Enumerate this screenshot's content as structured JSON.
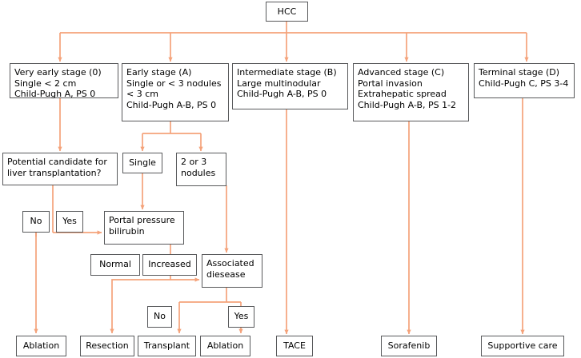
{
  "diagram": {
    "title": "HCC (BCLC) staging and treatment strategy flowchart",
    "line_color": "#F4A27A",
    "box_border_color": "#58595b",
    "text_color": "#000000",
    "background": "#ffffff"
  },
  "nodes": {
    "root": {
      "label": "HCC"
    },
    "stage0": {
      "label": "Very early stage (0)\nSingle < 2 cm\nChild-Pugh A, PS 0"
    },
    "stageA": {
      "label": "Early stage (A)\nSingle or < 3 nodules\n< 3 cm\nChild-Pugh A-B, PS 0"
    },
    "stageB": {
      "label": "Intermediate stage (B)\nLarge multinodular\nChild-Pugh A-B, PS 0"
    },
    "stageC": {
      "label": "Advanced stage (C)\nPortal invasion\nExtrahepatic spread\nChild-Pugh A-B, PS 1-2"
    },
    "stageD": {
      "label": "Terminal stage (D)\nChild-Pugh C, PS 3-4"
    },
    "transplant_question": {
      "label": "Potential candidate for\nliver transplantation?"
    },
    "single": {
      "label": "Single"
    },
    "two_or_three": {
      "label": "2 or 3\nnodules"
    },
    "no_left": {
      "label": "No"
    },
    "yes_left": {
      "label": "Yes"
    },
    "portal_pressure": {
      "label": "Portal pressure\nbilirubin"
    },
    "normal": {
      "label": "Normal"
    },
    "increased": {
      "label": "Increased"
    },
    "associated_disease": {
      "label": "Associated\ndiesease"
    },
    "no_bottom": {
      "label": "No"
    },
    "yes_bottom": {
      "label": "Yes"
    },
    "ablation_left": {
      "label": "Ablation"
    },
    "resection": {
      "label": "Resection"
    },
    "transplant": {
      "label": "Transplant"
    },
    "ablation_right": {
      "label": "Ablation"
    },
    "tace": {
      "label": "TACE"
    },
    "sorafenib": {
      "label": "Sorafenib"
    },
    "supportive_care": {
      "label": "Supportive care"
    }
  }
}
